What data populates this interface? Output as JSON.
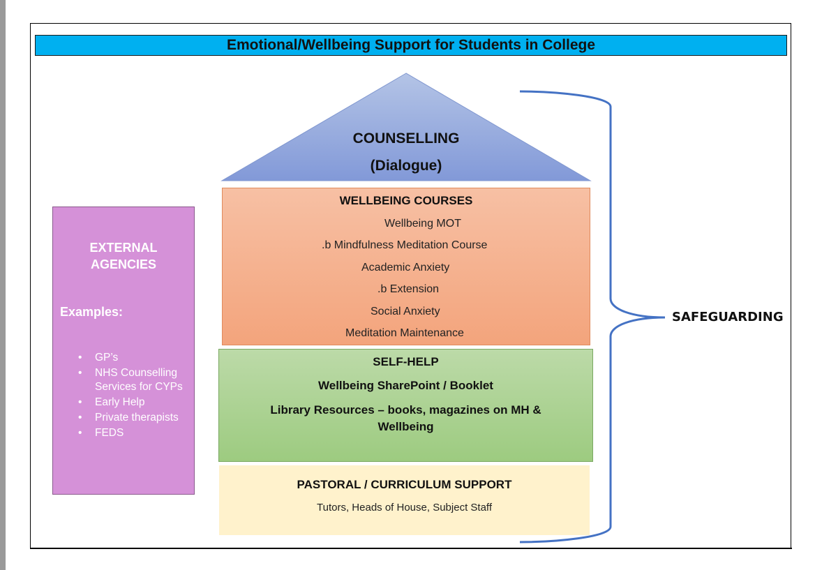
{
  "title": "Emotional/Wellbeing Support for Students in College",
  "counselling": {
    "title": "COUNSELLING",
    "subtitle": "(Dialogue)"
  },
  "wellbeing_courses": {
    "title": "WELLBEING COURSES",
    "items": [
      "Wellbeing MOT",
      ".b Mindfulness Meditation Course",
      "Academic Anxiety",
      ".b Extension",
      "Social Anxiety",
      "Meditation Maintenance"
    ]
  },
  "self_help": {
    "title": "SELF-HELP",
    "lines": [
      "Wellbeing SharePoint / Booklet",
      "Library Resources – books, magazines on MH &",
      "Wellbeing"
    ]
  },
  "pastoral": {
    "title": "PASTORAL / CURRICULUM SUPPORT",
    "subtitle": "Tutors, Heads of House, Subject Staff"
  },
  "external_agencies": {
    "title_line1": "EXTERNAL",
    "title_line2": "AGENCIES",
    "examples_label": "Examples:",
    "items": [
      "GP’s",
      "NHS Counselling Services for CYPs",
      "Early Help",
      "Private therapists",
      "FEDS"
    ]
  },
  "safeguarding": "SAFEGUARDING",
  "colors": {
    "title_bar": "#00b0f0",
    "counselling": "#8ea9db",
    "courses": "#f4b183",
    "self_help": "#a9d18e",
    "pastoral": "#fff2cc",
    "external": "#d591d8",
    "bracket": "#4472c4"
  }
}
